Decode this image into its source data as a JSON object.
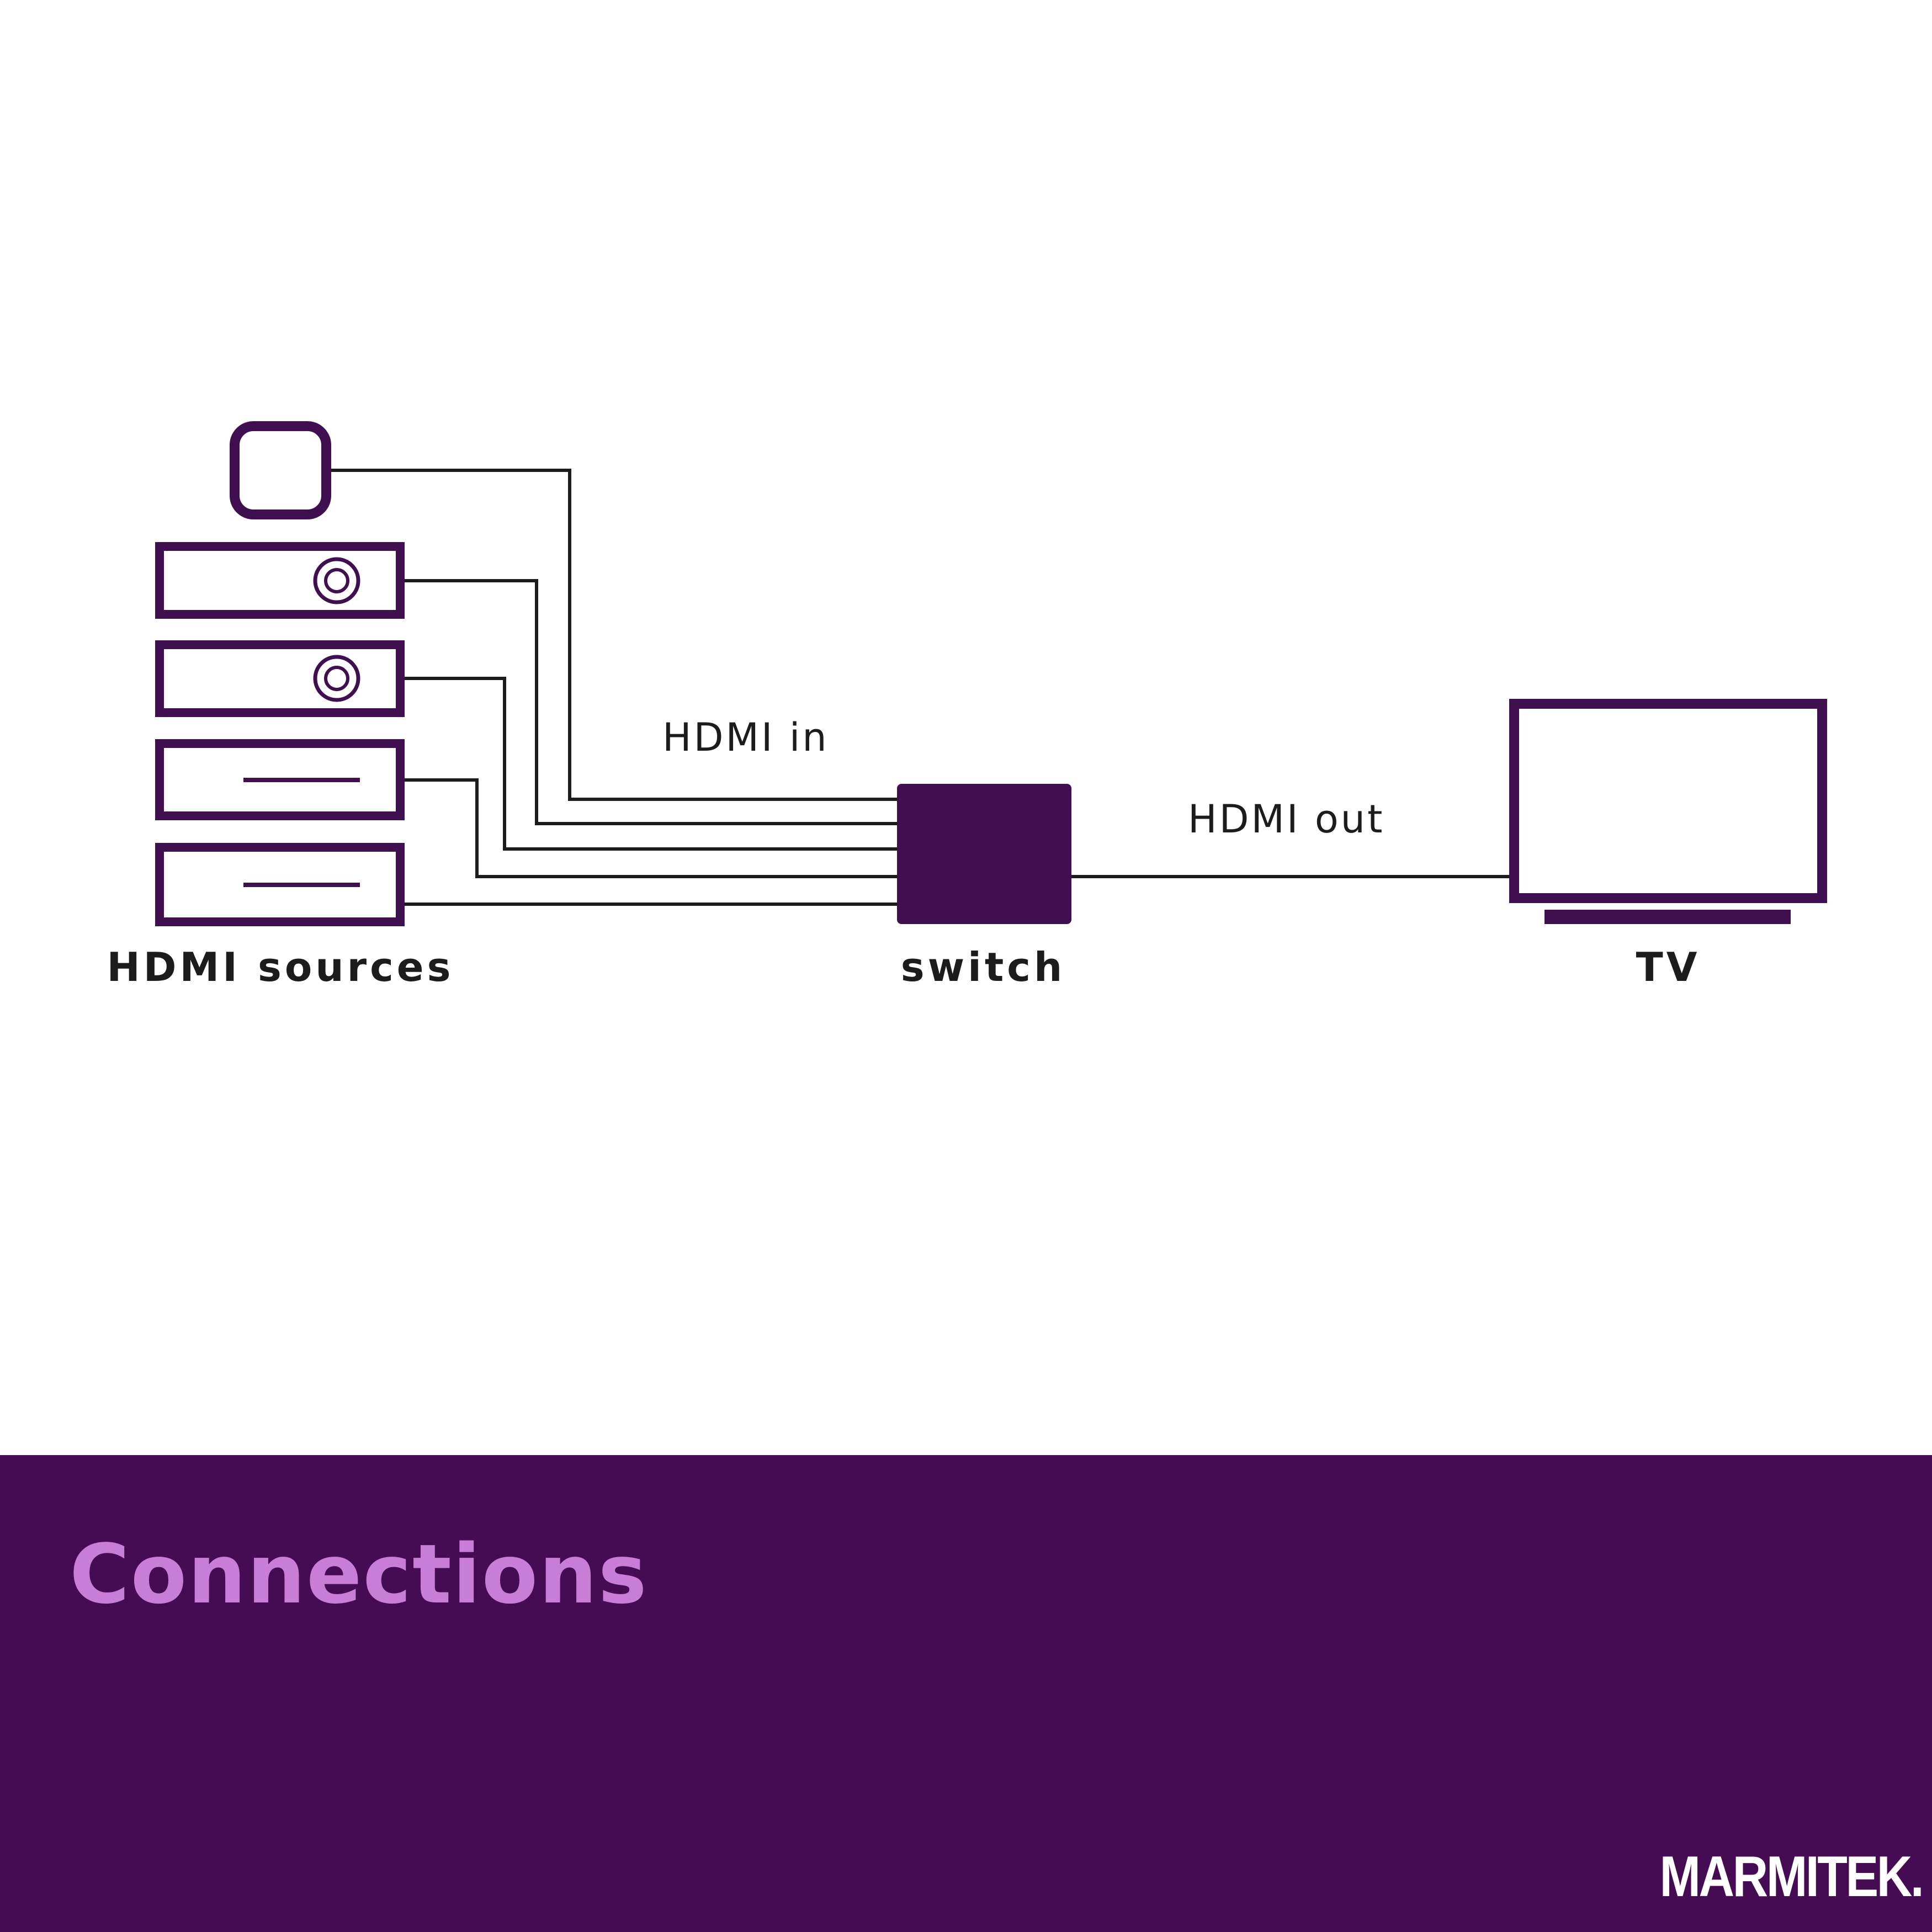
{
  "colors": {
    "accent": "#3f0f50",
    "footer_bg": "#450c54",
    "title": "#c87ed6",
    "line": "#1c1c1c",
    "background": "#ffffff"
  },
  "diagram": {
    "edge_labels": {
      "hdmi_in": "HDMI in",
      "hdmi_out": "HDMI out"
    },
    "nodes": {
      "sources": "HDMI sources",
      "switch": "switch",
      "tv": "TV"
    },
    "icons": {
      "sources": [
        "streaming-stick-icon",
        "disc-player-icon",
        "disc-player-icon",
        "set-top-box-icon",
        "set-top-box-icon"
      ],
      "switch": "hdmi-switch-icon",
      "tv": "tv-icon"
    }
  },
  "footer": {
    "title": "Connections",
    "brand": "MARMITEK."
  }
}
